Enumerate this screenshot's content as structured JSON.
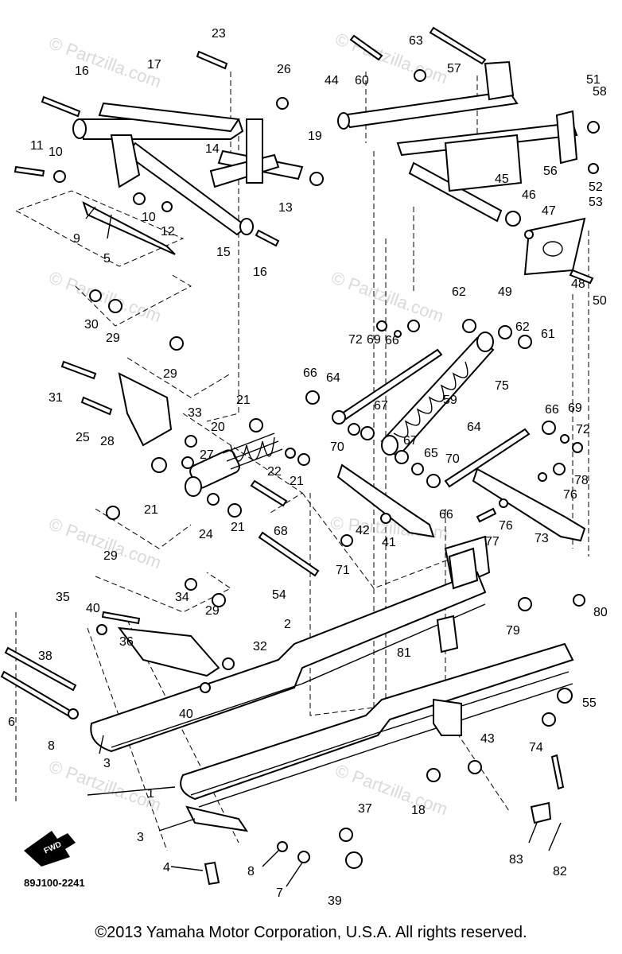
{
  "watermark": "© Partzilla.com",
  "diagram_code": "89J100-2241",
  "fwd_label": "FWD",
  "copyright": "©2013  Yamaha Motor Corporation, U.S.A. All rights reserved.",
  "callouts": [
    {
      "id": "c1",
      "text": "1"
    },
    {
      "id": "c2",
      "text": "2"
    },
    {
      "id": "c3a",
      "text": "3"
    },
    {
      "id": "c3b",
      "text": "3"
    },
    {
      "id": "c4",
      "text": "4"
    },
    {
      "id": "c5",
      "text": "5"
    },
    {
      "id": "c6",
      "text": "6"
    },
    {
      "id": "c7",
      "text": "7"
    },
    {
      "id": "c8a",
      "text": "8"
    },
    {
      "id": "c8b",
      "text": "8"
    },
    {
      "id": "c9",
      "text": "9"
    },
    {
      "id": "c10a",
      "text": "10"
    },
    {
      "id": "c10b",
      "text": "10"
    },
    {
      "id": "c11",
      "text": "11"
    },
    {
      "id": "c12",
      "text": "12"
    },
    {
      "id": "c13",
      "text": "13"
    },
    {
      "id": "c14",
      "text": "14"
    },
    {
      "id": "c15",
      "text": "15"
    },
    {
      "id": "c16a",
      "text": "16"
    },
    {
      "id": "c16b",
      "text": "16"
    },
    {
      "id": "c17",
      "text": "17"
    },
    {
      "id": "c18",
      "text": "18"
    },
    {
      "id": "c19",
      "text": "19"
    },
    {
      "id": "c20",
      "text": "20"
    },
    {
      "id": "c21a",
      "text": "21"
    },
    {
      "id": "c21b",
      "text": "21"
    },
    {
      "id": "c21c",
      "text": "21"
    },
    {
      "id": "c21d",
      "text": "21"
    },
    {
      "id": "c22",
      "text": "22"
    },
    {
      "id": "c23",
      "text": "23"
    },
    {
      "id": "c24",
      "text": "24"
    },
    {
      "id": "c25",
      "text": "25"
    },
    {
      "id": "c26",
      "text": "26"
    },
    {
      "id": "c27",
      "text": "27"
    },
    {
      "id": "c28",
      "text": "28"
    },
    {
      "id": "c29a",
      "text": "29"
    },
    {
      "id": "c29b",
      "text": "29"
    },
    {
      "id": "c29c",
      "text": "29"
    },
    {
      "id": "c29d",
      "text": "29"
    },
    {
      "id": "c30",
      "text": "30"
    },
    {
      "id": "c31",
      "text": "31"
    },
    {
      "id": "c32",
      "text": "32"
    },
    {
      "id": "c33",
      "text": "33"
    },
    {
      "id": "c34",
      "text": "34"
    },
    {
      "id": "c35",
      "text": "35"
    },
    {
      "id": "c36",
      "text": "36"
    },
    {
      "id": "c37",
      "text": "37"
    },
    {
      "id": "c38",
      "text": "38"
    },
    {
      "id": "c39",
      "text": "39"
    },
    {
      "id": "c40a",
      "text": "40"
    },
    {
      "id": "c40b",
      "text": "40"
    },
    {
      "id": "c41",
      "text": "41"
    },
    {
      "id": "c42",
      "text": "42"
    },
    {
      "id": "c43",
      "text": "43"
    },
    {
      "id": "c44",
      "text": "44"
    },
    {
      "id": "c45",
      "text": "45"
    },
    {
      "id": "c46",
      "text": "46"
    },
    {
      "id": "c47",
      "text": "47"
    },
    {
      "id": "c48",
      "text": "48"
    },
    {
      "id": "c49",
      "text": "49"
    },
    {
      "id": "c50",
      "text": "50"
    },
    {
      "id": "c51",
      "text": "51"
    },
    {
      "id": "c52",
      "text": "52"
    },
    {
      "id": "c53",
      "text": "53"
    },
    {
      "id": "c54",
      "text": "54"
    },
    {
      "id": "c55",
      "text": "55"
    },
    {
      "id": "c56",
      "text": "56"
    },
    {
      "id": "c57",
      "text": "57"
    },
    {
      "id": "c58",
      "text": "58"
    },
    {
      "id": "c59",
      "text": "59"
    },
    {
      "id": "c60",
      "text": "60"
    },
    {
      "id": "c61",
      "text": "61"
    },
    {
      "id": "c62a",
      "text": "62"
    },
    {
      "id": "c62b",
      "text": "62"
    },
    {
      "id": "c63",
      "text": "63"
    },
    {
      "id": "c64a",
      "text": "64"
    },
    {
      "id": "c64b",
      "text": "64"
    },
    {
      "id": "c65",
      "text": "65"
    },
    {
      "id": "c66a",
      "text": "66"
    },
    {
      "id": "c66b",
      "text": "66"
    },
    {
      "id": "c66c",
      "text": "66"
    },
    {
      "id": "c66d",
      "text": "66"
    },
    {
      "id": "c67a",
      "text": "67"
    },
    {
      "id": "c67b",
      "text": "67"
    },
    {
      "id": "c68",
      "text": "68"
    },
    {
      "id": "c69a",
      "text": "69"
    },
    {
      "id": "c69b",
      "text": "69"
    },
    {
      "id": "c70a",
      "text": "70"
    },
    {
      "id": "c70b",
      "text": "70"
    },
    {
      "id": "c71",
      "text": "71"
    },
    {
      "id": "c72a",
      "text": "72"
    },
    {
      "id": "c72b",
      "text": "72"
    },
    {
      "id": "c73",
      "text": "73"
    },
    {
      "id": "c74",
      "text": "74"
    },
    {
      "id": "c75",
      "text": "75"
    },
    {
      "id": "c76a",
      "text": "76"
    },
    {
      "id": "c76b",
      "text": "76"
    },
    {
      "id": "c77",
      "text": "77"
    },
    {
      "id": "c78",
      "text": "78"
    },
    {
      "id": "c79",
      "text": "79"
    },
    {
      "id": "c80",
      "text": "80"
    },
    {
      "id": "c81",
      "text": "81"
    },
    {
      "id": "c82",
      "text": "82"
    },
    {
      "id": "c83",
      "text": "83"
    }
  ]
}
